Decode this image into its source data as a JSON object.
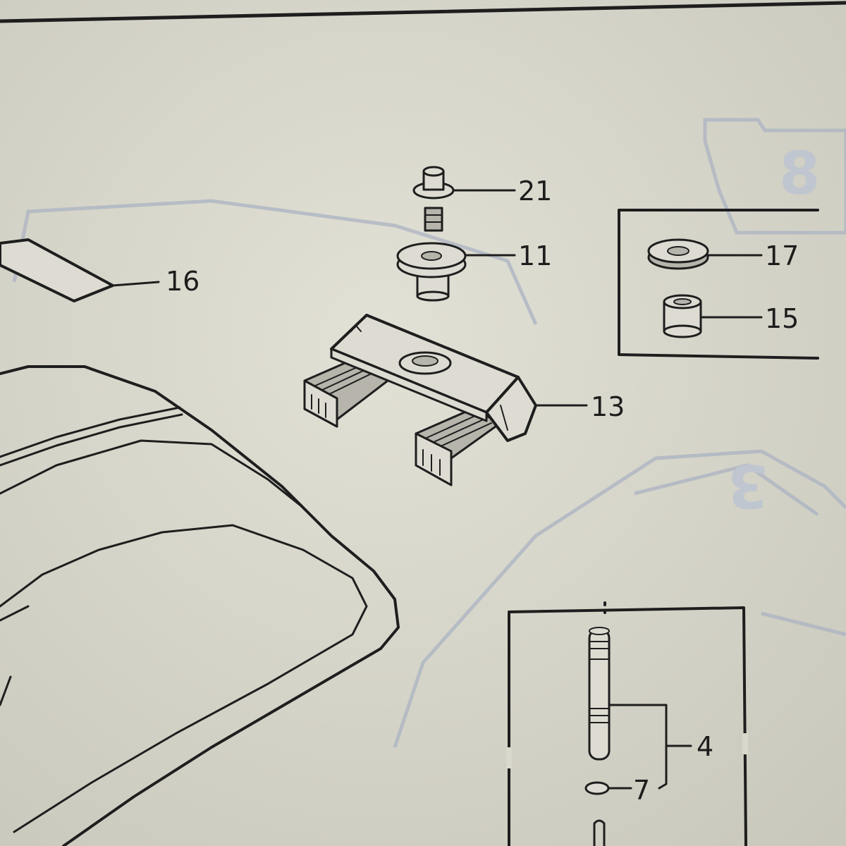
{
  "diagram": {
    "paper_color": "#d9d8cc",
    "ink_color": "#1e1e1e",
    "bleed_color": "#aeb5c3",
    "callouts": [
      {
        "id": "21",
        "label": "21",
        "part": "flange bolt"
      },
      {
        "id": "11",
        "label": "11",
        "part": "collar"
      },
      {
        "id": "16",
        "label": "16",
        "part": "seat strip"
      },
      {
        "id": "17",
        "label": "17",
        "part": "washer"
      },
      {
        "id": "15",
        "label": "15",
        "part": "bushing"
      },
      {
        "id": "13",
        "label": "13",
        "part": "seat bracket"
      },
      {
        "id": "4",
        "label": "4",
        "part": "pin"
      },
      {
        "id": "7",
        "label": "7",
        "part": "o-ring"
      }
    ],
    "bleed_through_digits": [
      "8",
      "3"
    ]
  }
}
